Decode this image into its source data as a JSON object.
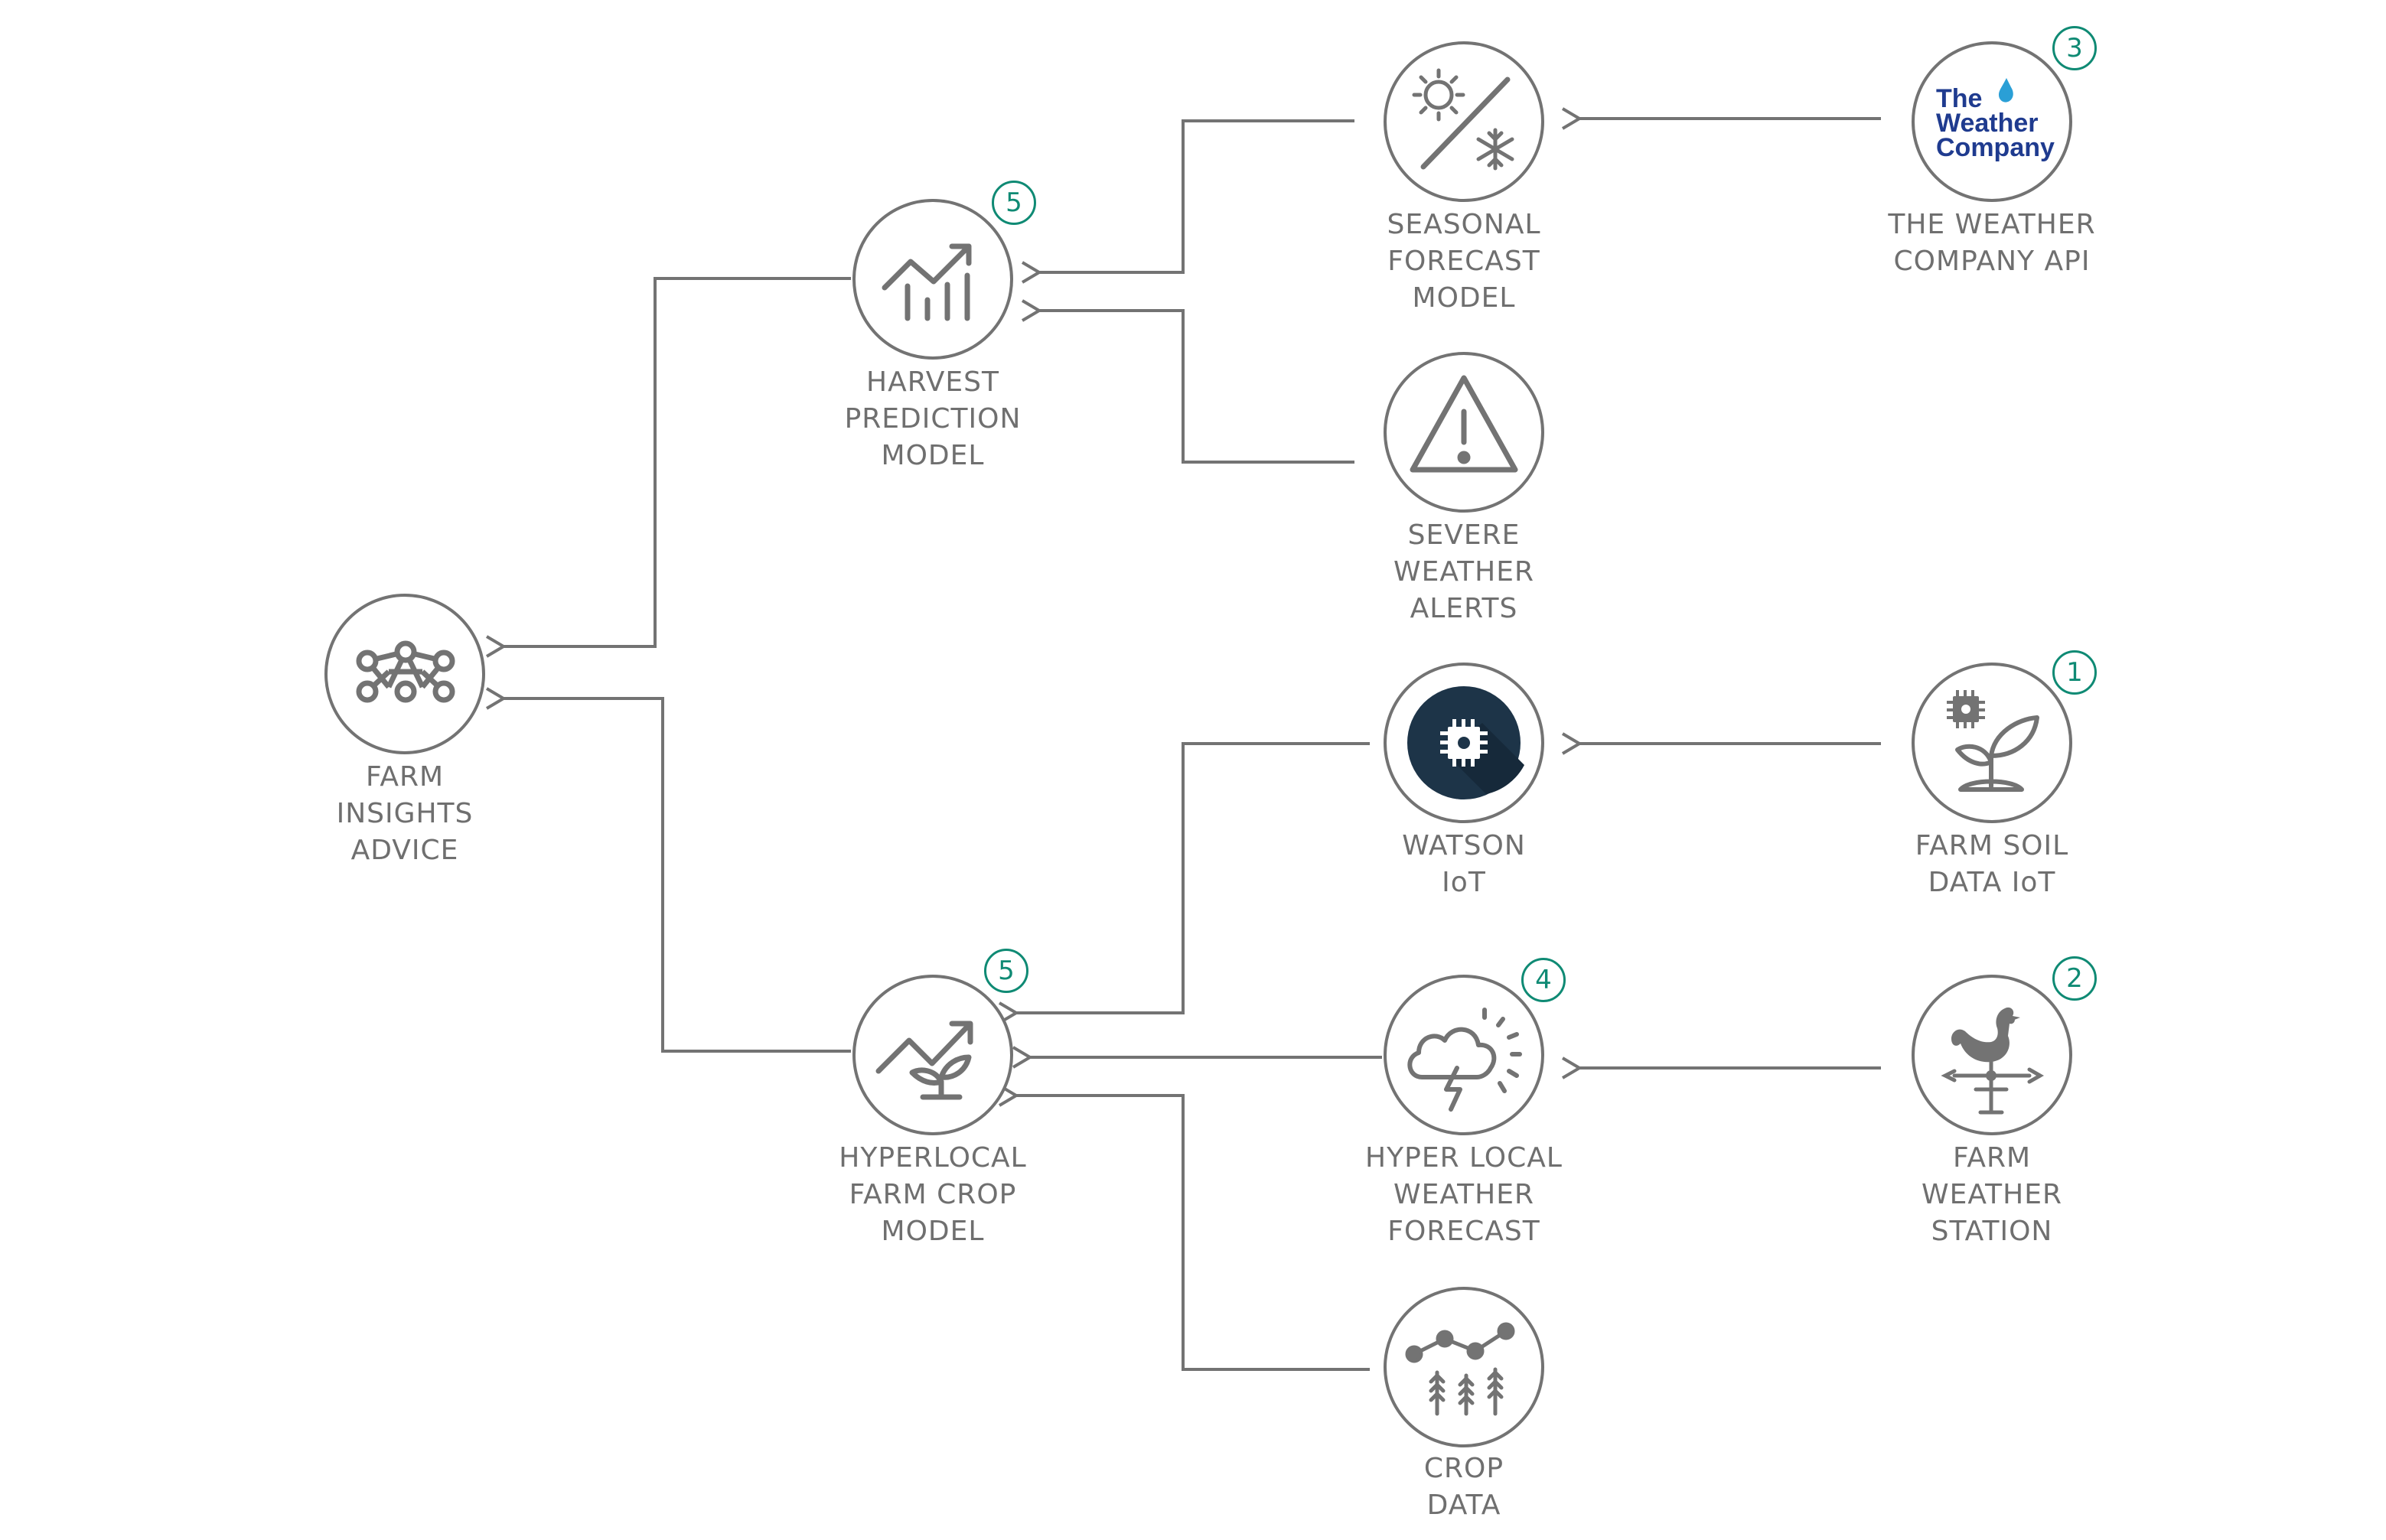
{
  "colors": {
    "node_stroke": "#737373",
    "label": "#6f6f6f",
    "badge": "#0f8a74",
    "iot_fill": "#1d3448",
    "weather_logo": "#1f3b8f",
    "weather_drop": "#2a9fd6"
  },
  "nodes": {
    "farm_insights": {
      "lines": [
        "FARM",
        "INSIGHTS",
        "ADVICE"
      ],
      "icon": "network-icon"
    },
    "harvest": {
      "lines": [
        "HARVEST",
        "PREDICTION",
        "MODEL"
      ],
      "icon": "trend-chart-icon",
      "badge": "5"
    },
    "hyperlocal_crop": {
      "lines": [
        "HYPERLOCAL",
        "FARM CROP",
        "MODEL"
      ],
      "icon": "trend-plant-icon",
      "badge": "5"
    },
    "seasonal": {
      "lines": [
        "SEASONAL",
        "FORECAST",
        "MODEL"
      ],
      "icon": "sun-snow-icon"
    },
    "severe": {
      "lines": [
        "SEVERE",
        "WEATHER",
        "ALERTS"
      ],
      "icon": "warning-icon"
    },
    "watson": {
      "lines": [
        "WATSON",
        "IoT"
      ],
      "icon": "chip-icon"
    },
    "hyper_weather": {
      "lines": [
        "HYPER LOCAL",
        "WEATHER",
        "FORECAST"
      ],
      "icon": "storm-icon",
      "badge": "4"
    },
    "crop_data": {
      "lines": [
        "CROP",
        "DATA"
      ],
      "icon": "wheat-chart-icon"
    },
    "weather_company": {
      "lines": [
        "THE WEATHER",
        "COMPANY API"
      ],
      "icon": "weather-company-logo",
      "badge": "3",
      "logo": [
        "The",
        "Weather",
        "Company"
      ]
    },
    "soil": {
      "lines": [
        "FARM SOIL",
        "DATA IoT"
      ],
      "icon": "chip-plant-icon",
      "badge": "1"
    },
    "station": {
      "lines": [
        "FARM",
        "WEATHER",
        "STATION"
      ],
      "icon": "weathervane-icon",
      "badge": "2"
    }
  }
}
